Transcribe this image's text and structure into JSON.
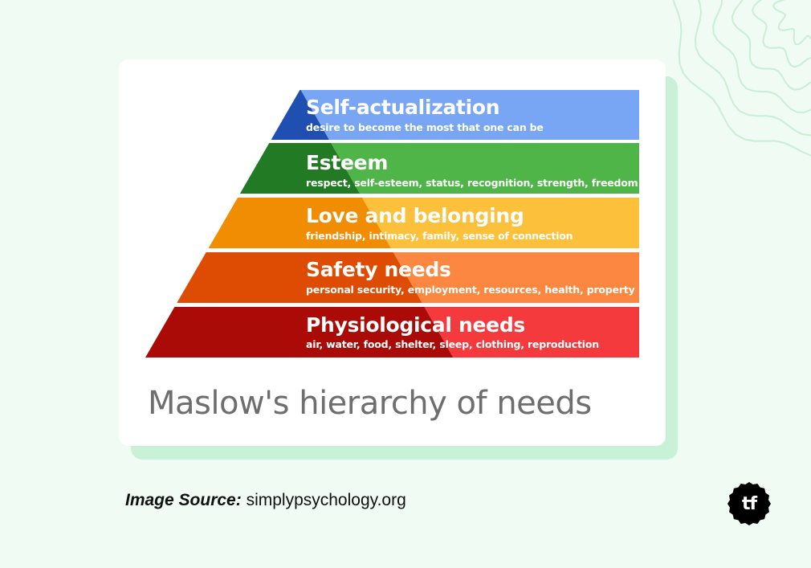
{
  "diagram": {
    "levels": [
      {
        "title": "Self-actualization",
        "description": "desire to become the most that one can be",
        "color_light": "#78a5f4",
        "color_dark": "#1f4fb1"
      },
      {
        "title": "Esteem",
        "description": "respect, self-esteem, status, recognition, strength, freedom",
        "color_light": "#4fb548",
        "color_dark": "#237a24"
      },
      {
        "title": "Love and belonging",
        "description": "friendship, intimacy, family, sense of connection",
        "color_light": "#fcc03b",
        "color_dark": "#f18d03"
      },
      {
        "title": "Safety needs",
        "description": "personal security, employment, resources, health, property",
        "color_light": "#fb8740",
        "color_dark": "#de4b02"
      },
      {
        "title": "Physiological needs",
        "description": "air, water, food, shelter, sleep, clothing, reproduction",
        "color_light": "#f43a3d",
        "color_dark": "#ab0b06"
      }
    ],
    "caption": "Maslow's hierarchy of needs"
  },
  "footer": {
    "source_label": "Image Source:",
    "source_value": "simplypsychology.org",
    "logo_text": "tf"
  },
  "colors": {
    "background": "#effbf3",
    "card": "#ffffff",
    "card_shadow": "#c9f1d8",
    "decor_lines": "#c8efd6",
    "logo": "#000000"
  }
}
